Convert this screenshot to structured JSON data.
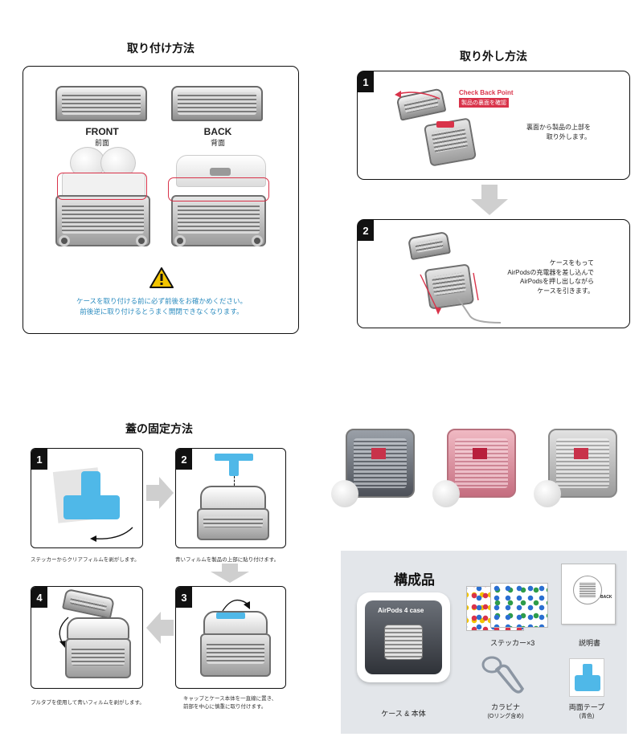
{
  "attach": {
    "title": "取り付け方法",
    "front_label": "FRONT",
    "front_sub": "前面",
    "back_label": "BACK",
    "back_sub": "背面",
    "warning_line1": "ケースを取り付ける前に必ず前後をお確かめください。",
    "warning_line2": "前後逆に取り付けるとうまく開閉できなくなります。"
  },
  "remove": {
    "title": "取り外し方法",
    "step1_number": "1",
    "check_point": "Check Back Point",
    "check_point_sub": "製品の裏面を確認",
    "step1_text_1": "裏面から製品の上部を",
    "step1_text_2": "取り外します。",
    "step2_number": "2",
    "step2_text_1": "ケースをもって",
    "step2_text_2": "AirPodsの充電器を差し込んで",
    "step2_text_3": "AirPodsを押し出しながら",
    "step2_text_4": "ケースを引きます。"
  },
  "lid_fix": {
    "title": "蓋の固定方法",
    "steps": [
      {
        "number": "1",
        "caption": "ステッカーからクリアフィルムを剥がします。"
      },
      {
        "number": "2",
        "caption": "青いフィルムを製品の上部に貼り付けます。"
      },
      {
        "number": "3",
        "caption_1": "キャップとケース本体を一直線に置き、",
        "caption_2": "前部を中心に慎重に取り付けます。"
      },
      {
        "number": "4",
        "caption": "プルタブを使用して青いフィルムを剥がします。"
      }
    ]
  },
  "contents": {
    "title": "構成品",
    "box_text": "AirPods 4 case",
    "case_label": "ケース & 本体",
    "sticker_label": "ステッカー×3",
    "manual_label": "説明書",
    "manual_back_tag": "BACK",
    "carabiner_label": "カラビナ",
    "carabiner_sub": "(Oリング含め)",
    "tape_label": "両面テープ",
    "tape_sub": "(青色)"
  },
  "colors": {
    "accent_red": "#d9334a",
    "warning_yellow": "#f2c400",
    "tape_blue": "#4fb8e8",
    "caption_blue": "#2a8bbf"
  }
}
